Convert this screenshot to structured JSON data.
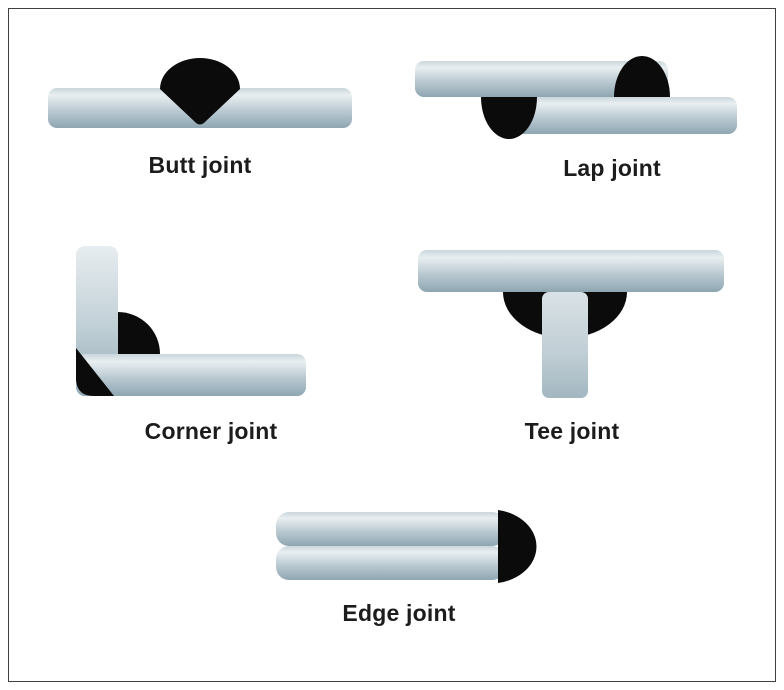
{
  "diagram": {
    "joints": [
      {
        "id": "butt",
        "label": "Butt joint"
      },
      {
        "id": "lap",
        "label": "Lap joint"
      },
      {
        "id": "corner",
        "label": "Corner joint"
      },
      {
        "id": "tee",
        "label": "Tee joint"
      },
      {
        "id": "edge",
        "label": "Edge joint"
      }
    ],
    "colors": {
      "plate_light": "#e9eff1",
      "plate_mid": "#bccbd3",
      "plate_dark": "#8ea6b2",
      "weld": "#0b0b0b",
      "frame_border": "#404040",
      "background": "#ffffff",
      "label_text": "#1c1c1c"
    }
  }
}
